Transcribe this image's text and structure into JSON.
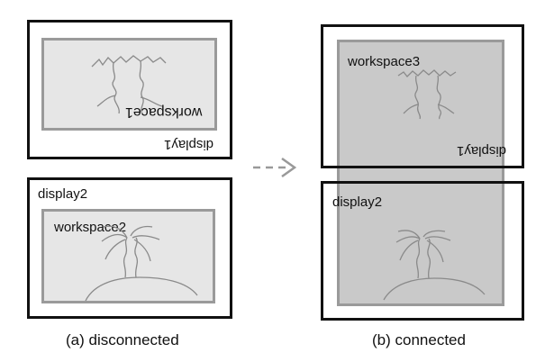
{
  "panel_a": {
    "top_display_label": "display1",
    "top_workspace_label": "workspace1",
    "bottom_display_label": "display2",
    "bottom_workspace_label": "workspace2",
    "caption": "(a) disconnected"
  },
  "panel_b": {
    "workspace_label": "workspace3",
    "top_display_label": "display1",
    "bottom_display_label": "display2",
    "caption": "(b) connected"
  },
  "colors": {
    "display_border": "#111111",
    "workspace_border": "#9a9a9a",
    "workspace_fill_light": "#e6e6e6",
    "workspace_fill_dark": "#c9c9c9",
    "arrow": "#999999"
  },
  "icons": [
    "palm-tree-island-sketch",
    "inverted-palm-tree-sketch",
    "dashed-arrow-right-icon"
  ]
}
